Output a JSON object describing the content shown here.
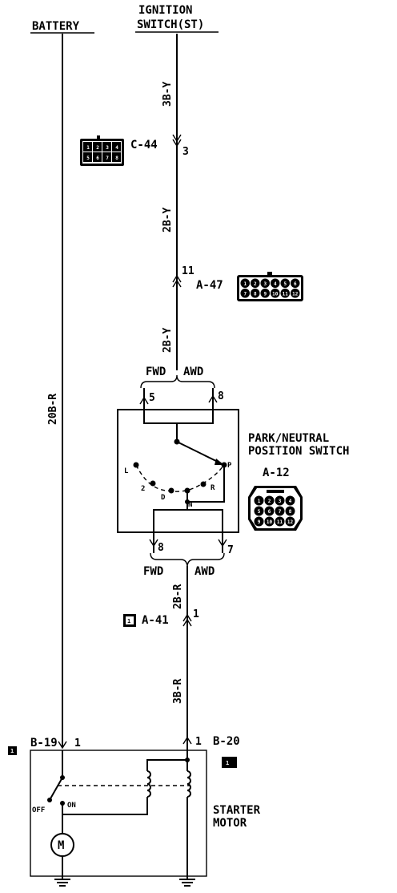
{
  "sources": {
    "battery": "BATTERY",
    "ignition_line1": "IGNITION",
    "ignition_line2": "SWITCH(ST)"
  },
  "wires": {
    "battery_wire": "20B-R",
    "ign_wire_1": "3B-Y",
    "ign_wire_2": "2B-Y",
    "ign_wire_3": "2B-Y",
    "switch_out_wire": "2B-R",
    "starter_wire": "3B-R"
  },
  "connectors": {
    "c44": {
      "name": "C-44",
      "pin": "3",
      "pins": [
        "1",
        "2",
        "3",
        "4",
        "5",
        "6",
        "7",
        "8"
      ]
    },
    "a47": {
      "name": "A-47",
      "pin": "11",
      "pins": [
        "1",
        "2",
        "3",
        "4",
        "5",
        "6",
        "7",
        "8",
        "9",
        "10",
        "11",
        "12"
      ]
    },
    "a41": {
      "name": "A-41",
      "pin": "1",
      "pins": [
        "1"
      ]
    },
    "b19": {
      "name": "B-19",
      "pin": "1",
      "icon": "1"
    },
    "b20": {
      "name": "B-20",
      "pin": "1",
      "icon": "1"
    }
  },
  "switch": {
    "title_line1": "PARK/NEUTRAL",
    "title_line2": "POSITION SWITCH",
    "connector": "A-12",
    "connector_pins": [
      "1",
      "2",
      "3",
      "4",
      "5",
      "6",
      "7",
      "8",
      "9",
      "10",
      "11",
      "12"
    ],
    "top_fwd": "FWD",
    "top_awd": "AWD",
    "bottom_fwd": "FWD",
    "bottom_awd": "AWD",
    "pin_top_fwd": "5",
    "pin_top_awd": "8",
    "pin_bottom_fwd": "8",
    "pin_bottom_awd": "7",
    "positions": [
      "L",
      "2",
      "D",
      "N",
      "R",
      "P"
    ]
  },
  "starter": {
    "label_line1": "STARTER",
    "label_line2": "MOTOR",
    "off": "OFF",
    "on": "ON",
    "motor": "M"
  }
}
